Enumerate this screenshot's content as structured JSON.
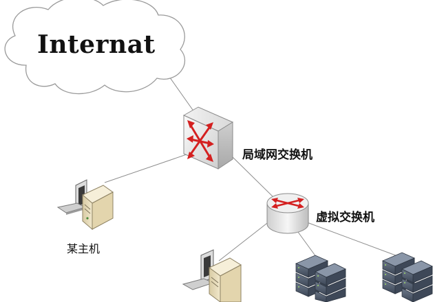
{
  "diagram": {
    "cloud_label": "Internat",
    "lan_switch_label": "局域网交换机",
    "virtual_switch_label": "虚拟交换机",
    "host_label": "某主机"
  },
  "colors": {
    "cloud_fill": "#ffffff",
    "cloud_stroke": "#999999",
    "link_line": "#8c8c8c",
    "switch_arrow": "#d42020",
    "switch_body": "#e6e6e6",
    "router_body": "#ececec",
    "monitor_frame": "#6e6e6e",
    "pc_case": "#e8dcb8",
    "server_body": "#4d5a6a"
  }
}
